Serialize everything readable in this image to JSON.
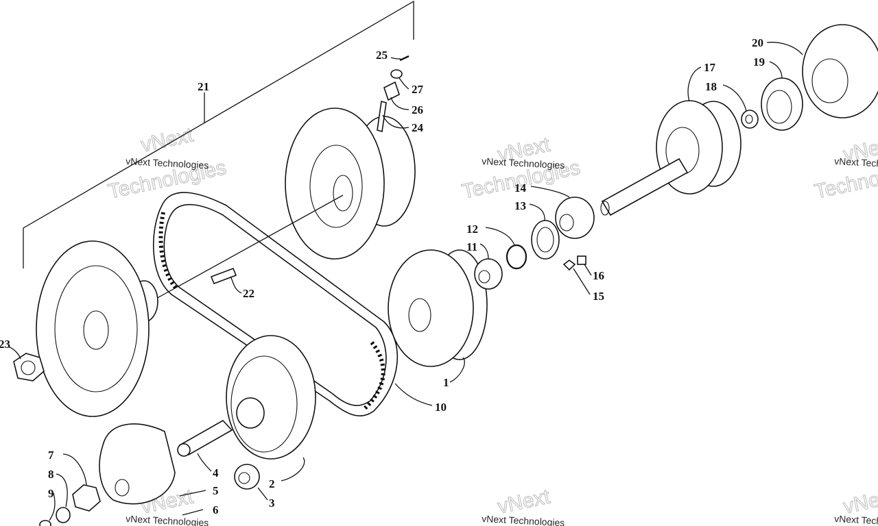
{
  "callouts": [
    {
      "n": "1"
    },
    {
      "n": "2"
    },
    {
      "n": "3"
    },
    {
      "n": "4"
    },
    {
      "n": "5"
    },
    {
      "n": "6"
    },
    {
      "n": "7"
    },
    {
      "n": "8"
    },
    {
      "n": "9"
    },
    {
      "n": "10"
    },
    {
      "n": "11"
    },
    {
      "n": "12"
    },
    {
      "n": "13"
    },
    {
      "n": "14"
    },
    {
      "n": "15"
    },
    {
      "n": "16"
    },
    {
      "n": "17"
    },
    {
      "n": "18"
    },
    {
      "n": "19"
    },
    {
      "n": "20"
    },
    {
      "n": "21"
    },
    {
      "n": "22"
    },
    {
      "n": "23"
    },
    {
      "n": "24"
    },
    {
      "n": "25"
    },
    {
      "n": "26"
    },
    {
      "n": "27"
    }
  ],
  "watermark": {
    "line1": "vNext Technologies",
    "brand_top": "vNext",
    "brand_bottom": "Technologies"
  }
}
